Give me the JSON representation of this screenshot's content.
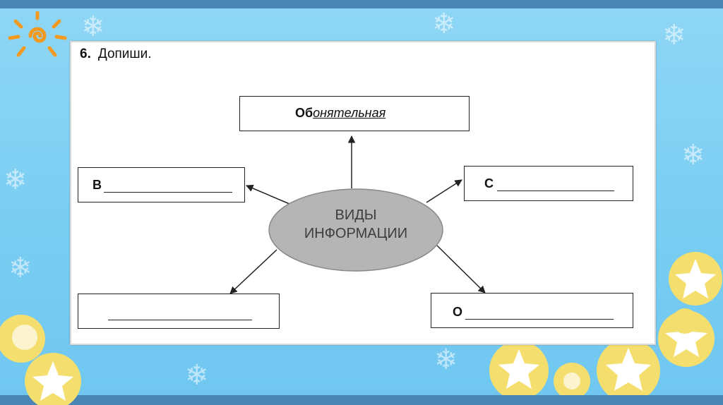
{
  "task": {
    "number": "6.",
    "instruction": "Допиши."
  },
  "center": {
    "line1": "ВИДЫ",
    "line2": "ИНФОРМАЦИИ"
  },
  "boxes": {
    "top": {
      "prefix": "Об",
      "filled": "онятельная"
    },
    "left": {
      "prefix": "В"
    },
    "right": {
      "prefix": "С"
    },
    "bottom_left": {
      "prefix": ""
    },
    "bottom_right": {
      "prefix": "О"
    }
  },
  "icons": [
    "sun-icon",
    "snowflake-icon",
    "star-flower-icon"
  ],
  "colors": {
    "background": "#7dcff3",
    "border_bar": "#4a84b5",
    "ellipse": "#b5b5b5"
  }
}
